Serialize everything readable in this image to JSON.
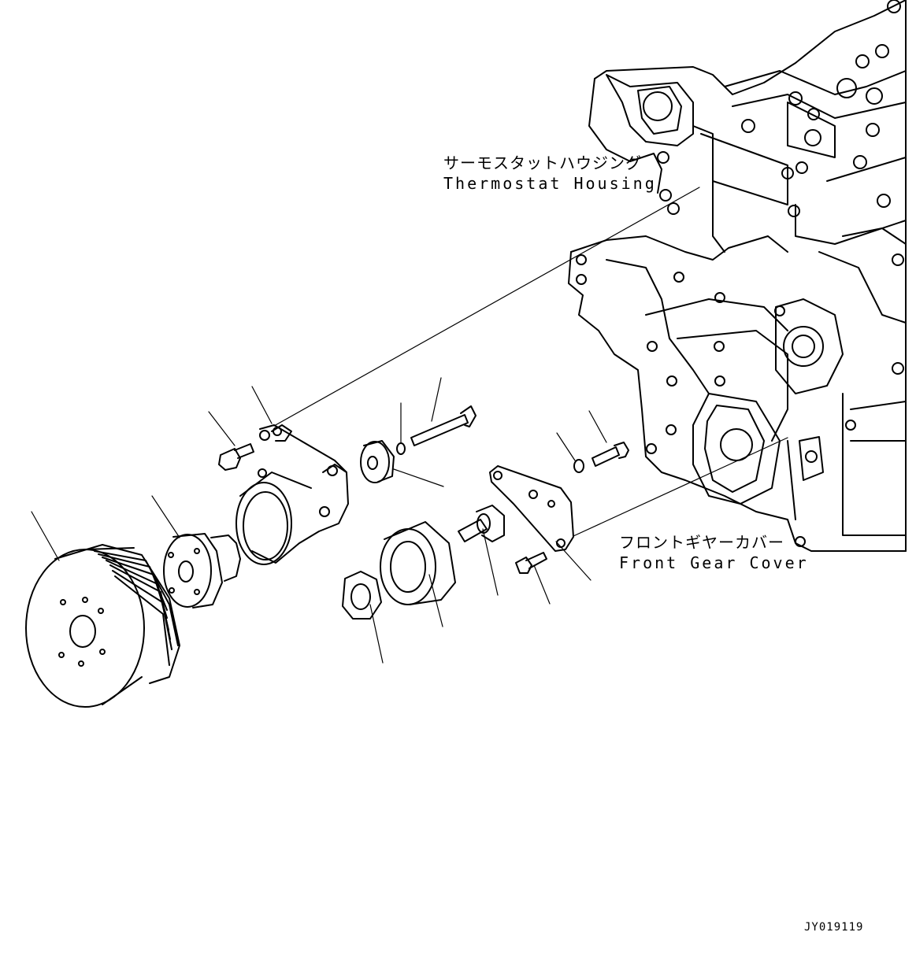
{
  "labels": {
    "thermostat_housing": {
      "jp": "サーモスタットハウジング",
      "en": "Thermostat Housing"
    },
    "front_gear_cover": {
      "jp": "フロントギヤーカバー",
      "en": "Front Gear Cover"
    }
  },
  "drawing_code": "JY019119",
  "colors": {
    "line": "#000000",
    "background": "#ffffff"
  }
}
